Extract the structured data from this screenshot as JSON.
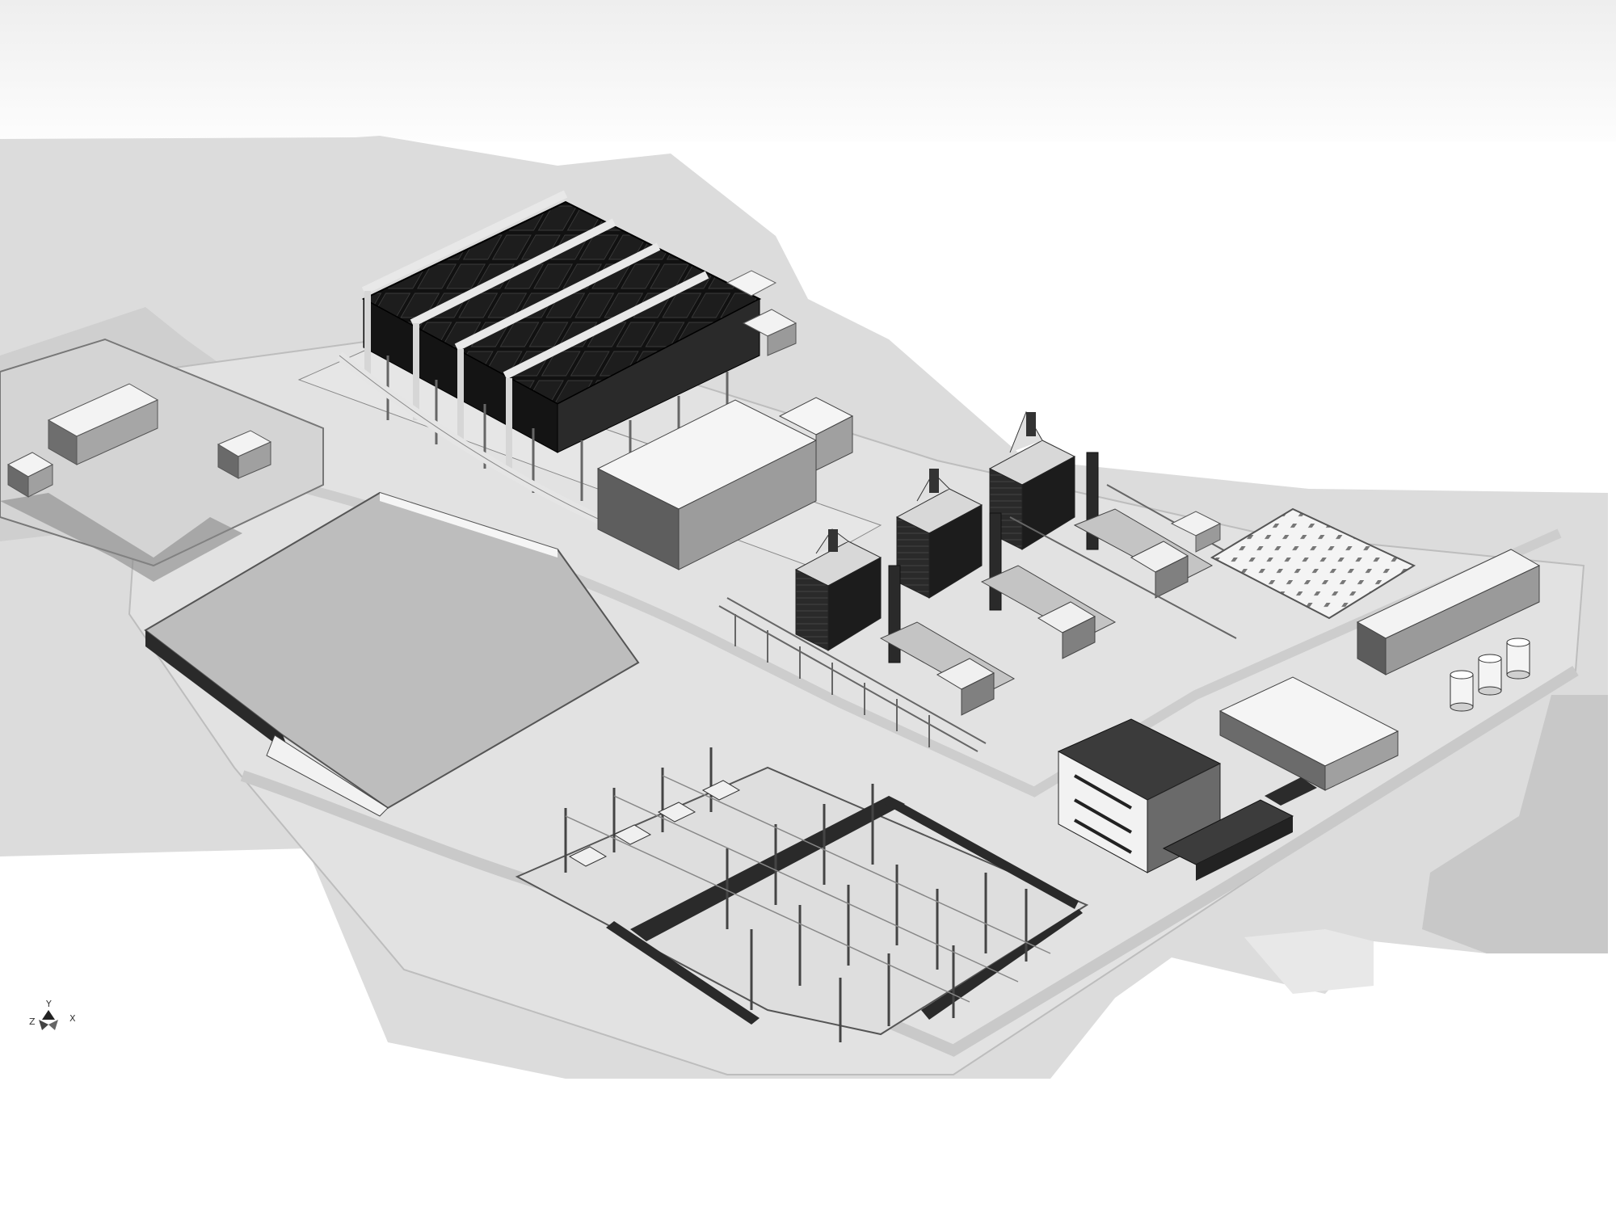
{
  "scene": {
    "palette": {
      "sky_top": "#f2f2f2",
      "sky_bottom": "#fbfbfb",
      "terrain": "#d9d9d9",
      "terrain_dark": "#c6c6c6",
      "pad": "#e3e3e3",
      "road": "#cfcfcf",
      "roof_light": "#f0f0f0",
      "wall_mid": "#9a9a9a",
      "wall_dark": "#4a4a4a",
      "dark": "#1a1a1a",
      "line": "#555555"
    },
    "axis_indicator": {
      "y_label": "Y",
      "x_label": "X",
      "z_label": "Z"
    }
  }
}
